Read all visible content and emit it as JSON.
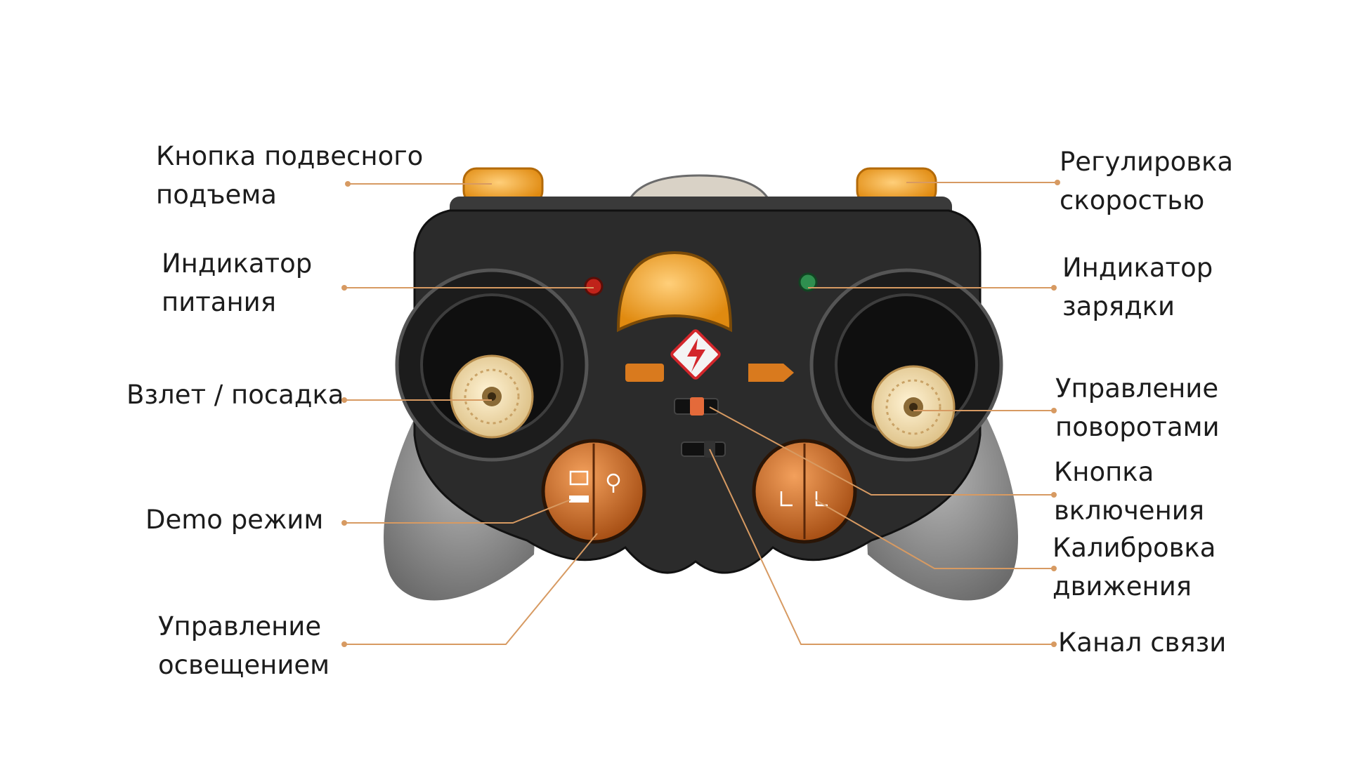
{
  "colors": {
    "leader": "#d79a62",
    "body": "#2b2b2b",
    "grip": "#8f8f8f",
    "amber": "#f19a1c",
    "stick": "#efdcae",
    "text": "#1c1c1c"
  },
  "labels": {
    "lift_button": [
      "Кнопка подвесного",
      "подъема"
    ],
    "speed_control": [
      "Регулировка",
      "скоростью"
    ],
    "power_indicator": [
      "Индикатор",
      "питания"
    ],
    "charge_indicator": [
      "Индикатор",
      "зарядки"
    ],
    "takeoff_landing": "Взлет / посадка",
    "turn_control": [
      "Управление",
      "поворотами"
    ],
    "power_button": [
      "Кнопка",
      "включения"
    ],
    "demo_mode": "Demo режим",
    "motion_calibration": [
      "Калибровка",
      "движения"
    ],
    "light_control": [
      "Управление",
      "освещением"
    ],
    "comm_channel": "Канал связи"
  },
  "icons": {
    "brand_logo": "lightning-bolt-icon",
    "demo": "demo-icon",
    "light": "light-bulb-icon",
    "calibration": "calibration-icon"
  }
}
